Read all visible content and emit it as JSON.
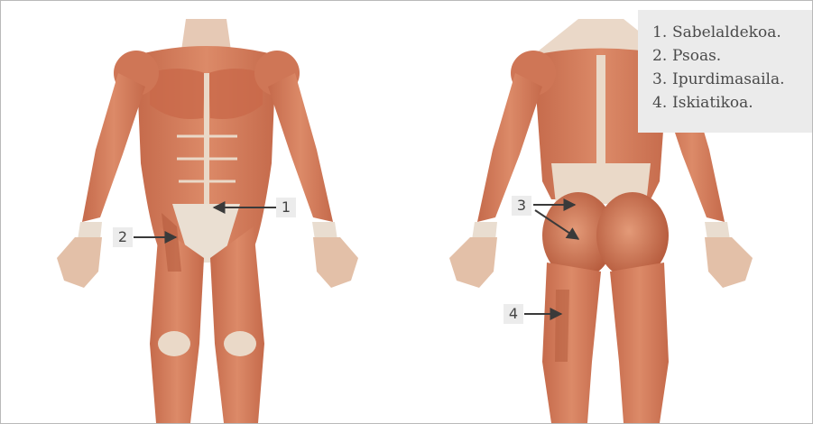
{
  "legend": [
    {
      "num": "1.",
      "label": "Sabelaldekoa."
    },
    {
      "num": "2.",
      "label": "Psoas."
    },
    {
      "num": "3.",
      "label": "Ipurdimasaila."
    },
    {
      "num": "4.",
      "label": "Iskiatikoa."
    }
  ],
  "callouts": {
    "c1": "1",
    "c2": "2",
    "c3": "3",
    "c4": "4"
  },
  "colors": {
    "muscle": "#d07a5a",
    "muscle_dark": "#b55c3e",
    "tendon": "#e9ddd0",
    "skin_light": "#f1e4d8",
    "legend_bg": "#ebebeb",
    "arrow": "#3a3a3a"
  }
}
